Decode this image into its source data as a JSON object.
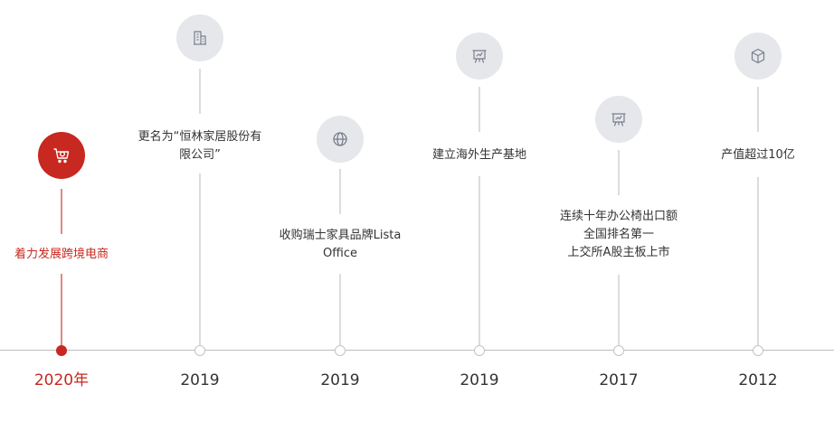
{
  "colors": {
    "accent": "#c7281f",
    "accent_line": "#dd8a85",
    "icon_bg": "#e6e7eb",
    "line": "#dcdcdc",
    "axis": "#bdbdbd",
    "text": "#333333"
  },
  "timeline": [
    {
      "year": "2020年",
      "text": "着力发展跨境电商",
      "icon": "shopping-cart-icon",
      "active": true
    },
    {
      "year": "2019",
      "text": "更名为“恒林家居股份有\n限公司”",
      "icon": "building-icon",
      "active": false
    },
    {
      "year": "2019",
      "text": "收购瑞士家具品牌Lista\nOffice",
      "icon": "globe-icon",
      "active": false
    },
    {
      "year": "2019",
      "text": "建立海外生产基地",
      "icon": "presentation-board-icon",
      "active": false
    },
    {
      "year": "2017",
      "text": "连续十年办公椅出口额\n全国排名第一\n上交所A股主板上市",
      "icon": "presentation-board-icon",
      "active": false
    },
    {
      "year": "2012",
      "text": "产值超过10亿",
      "icon": "cube-icon",
      "active": false
    }
  ]
}
